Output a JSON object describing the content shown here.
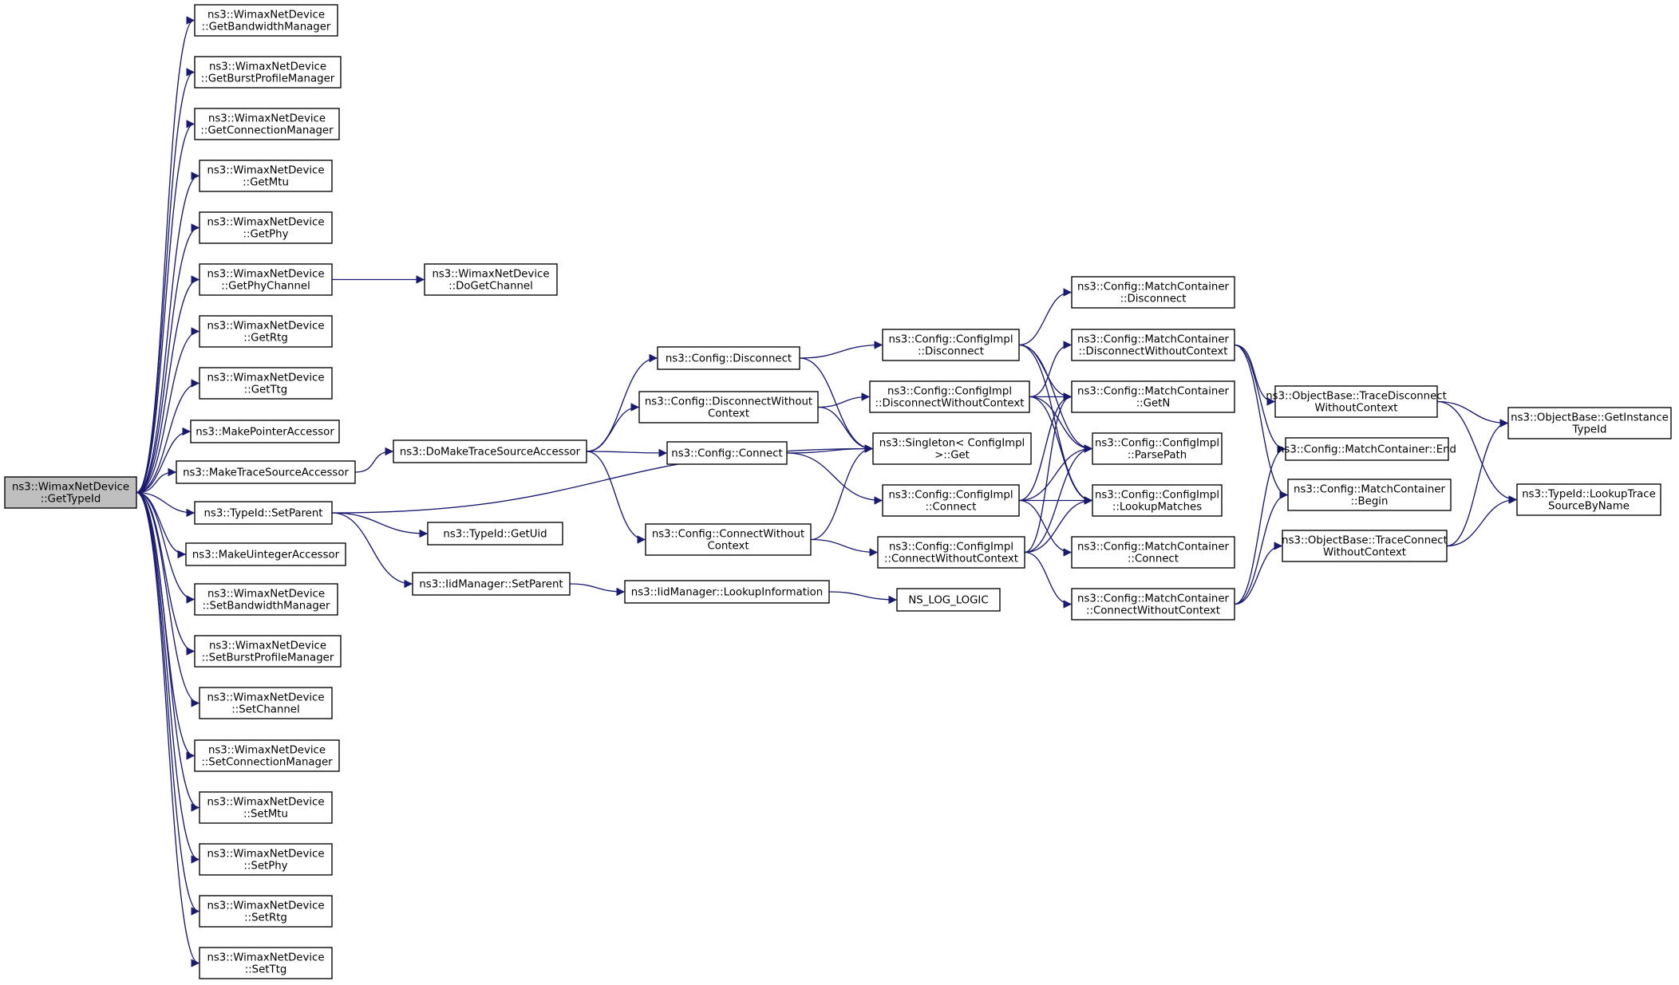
{
  "colors": {
    "edge": "#191970",
    "node_border": "#000000",
    "root_fill": "#bfbfbf",
    "node_fill": "#ffffff"
  },
  "nodes": {
    "root": [
      "ns3::WimaxNetDevice",
      "::GetTypeId"
    ],
    "getBandwidthManager": [
      "ns3::WimaxNetDevice",
      "::GetBandwidthManager"
    ],
    "getBurstProfileManager": [
      "ns3::WimaxNetDevice",
      "::GetBurstProfileManager"
    ],
    "getConnectionManager": [
      "ns3::WimaxNetDevice",
      "::GetConnectionManager"
    ],
    "getMtu": [
      "ns3::WimaxNetDevice",
      "::GetMtu"
    ],
    "getPhy": [
      "ns3::WimaxNetDevice",
      "::GetPhy"
    ],
    "getPhyChannel": [
      "ns3::WimaxNetDevice",
      "::GetPhyChannel"
    ],
    "doGetChannel": [
      "ns3::WimaxNetDevice",
      "::DoGetChannel"
    ],
    "getRtg": [
      "ns3::WimaxNetDevice",
      "::GetRtg"
    ],
    "getTtg": [
      "ns3::WimaxNetDevice",
      "::GetTtg"
    ],
    "makePointerAccessor": [
      "ns3::MakePointerAccessor"
    ],
    "makeTraceSourceAccessor": [
      "ns3::MakeTraceSourceAccessor"
    ],
    "doMakeTraceSourceAccessor": [
      "ns3::DoMakeTraceSourceAccessor"
    ],
    "typeIdSetParent": [
      "ns3::TypeId::SetParent"
    ],
    "typeIdGetUid": [
      "ns3::TypeId::GetUid"
    ],
    "iidSetParent": [
      "ns3::IidManager::SetParent"
    ],
    "iidLookupInformation": [
      "ns3::IidManager::LookupInformation"
    ],
    "nsLogLogic": [
      "NS_LOG_LOGIC"
    ],
    "makeUintegerAccessor": [
      "ns3::MakeUintegerAccessor"
    ],
    "setBandwidthManager": [
      "ns3::WimaxNetDevice",
      "::SetBandwidthManager"
    ],
    "setBurstProfileManager": [
      "ns3::WimaxNetDevice",
      "::SetBurstProfileManager"
    ],
    "setChannel": [
      "ns3::WimaxNetDevice",
      "::SetChannel"
    ],
    "setConnectionManager": [
      "ns3::WimaxNetDevice",
      "::SetConnectionManager"
    ],
    "setMtu": [
      "ns3::WimaxNetDevice",
      "::SetMtu"
    ],
    "setPhy": [
      "ns3::WimaxNetDevice",
      "::SetPhy"
    ],
    "setRtg": [
      "ns3::WimaxNetDevice",
      "::SetRtg"
    ],
    "setTtg": [
      "ns3::WimaxNetDevice",
      "::SetTtg"
    ],
    "configDisconnect": [
      "ns3::Config::Disconnect"
    ],
    "configDisconnectWithoutContext": [
      "ns3::Config::DisconnectWithout",
      "Context"
    ],
    "configConnect": [
      "ns3::Config::Connect"
    ],
    "configConnectWithoutContext": [
      "ns3::Config::ConnectWithout",
      "Context"
    ],
    "implDisconnect": [
      "ns3::Config::ConfigImpl",
      "::Disconnect"
    ],
    "implDisconnectWithoutContext": [
      "ns3::Config::ConfigImpl",
      "::DisconnectWithoutContext"
    ],
    "singletonGet": [
      "ns3::Singleton< ConfigImpl",
      " >::Get"
    ],
    "implConnect": [
      "ns3::Config::ConfigImpl",
      "::Connect"
    ],
    "implConnectWithoutContext": [
      "ns3::Config::ConfigImpl",
      "::ConnectWithoutContext"
    ],
    "mcDisconnect": [
      "ns3::Config::MatchContainer",
      "::Disconnect"
    ],
    "mcDisconnectWithoutContext": [
      "ns3::Config::MatchContainer",
      "::DisconnectWithoutContext"
    ],
    "mcGetN": [
      "ns3::Config::MatchContainer",
      "::GetN"
    ],
    "implParsePath": [
      "ns3::Config::ConfigImpl",
      "::ParsePath"
    ],
    "implLookupMatches": [
      "ns3::Config::ConfigImpl",
      "::LookupMatches"
    ],
    "mcConnect": [
      "ns3::Config::MatchContainer",
      "::Connect"
    ],
    "mcConnectWithoutContext": [
      "ns3::Config::MatchContainer",
      "::ConnectWithoutContext"
    ],
    "obTraceDisconnectWithoutContext": [
      "ns3::ObjectBase::TraceDisconnect",
      "WithoutContext"
    ],
    "mcEnd": [
      "ns3::Config::MatchContainer::End"
    ],
    "mcBegin": [
      "ns3::Config::MatchContainer",
      "::Begin"
    ],
    "obTraceConnectWithoutContext": [
      "ns3::ObjectBase::TraceConnect",
      "WithoutContext"
    ],
    "obGetInstanceTypeId": [
      "ns3::ObjectBase::GetInstance",
      "TypeId"
    ],
    "typeIdLookupTraceSourceByName": [
      "ns3::TypeId::LookupTrace",
      "SourceByName"
    ]
  }
}
